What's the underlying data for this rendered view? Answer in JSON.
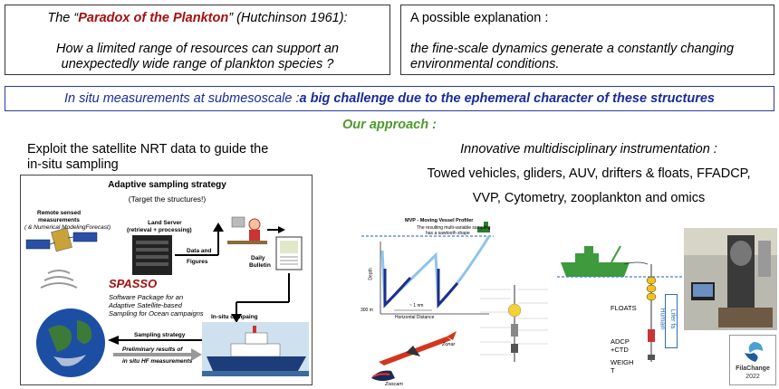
{
  "paradox": {
    "title_pre": "The  “",
    "title_emph": "Paradox of the Plankton",
    "title_post": "” (Hutchinson 1961):",
    "question_line1": "How a limited range of resources can support an",
    "question_line2": "unexpectedly wide range of plankton species ?"
  },
  "explanation": {
    "title": "A possible explanation :",
    "line1": "the fine-scale dynamics generate a constantly changing",
    "line2": "environmental conditions."
  },
  "banner": {
    "normal": "In situ measurements at submesoscale : ",
    "bold": "a big challenge due to the ephemeral character  of these structures"
  },
  "approach": "Our approach :",
  "left": {
    "line1": "Exploit the satellite NRT data to guide the",
    "line2": "in-situ sampling"
  },
  "right": {
    "title": "Innovative multidisciplinary instrumentation :",
    "line1": "Towed vehicles,  gliders, AUV, drifters & floats, FFADCP,",
    "line2": "VVP, Cytometry,  zooplankton and omics"
  },
  "diagram": {
    "title": "Adaptive sampling strategy",
    "subtitle": "(Target the structures!)",
    "remote_sensed": "Remote sensed",
    "measurements": "measurements",
    "numerical": "( & Numerical ModelingForecast)",
    "land_server": "Land Server",
    "retrieval": "(retrieval + processing)",
    "data_and": "Data and",
    "figures": "Figures",
    "daily": "Daily",
    "bulletin": "Bulletin",
    "spasso": "SPASSO",
    "spasso_l1": "Software Package for an",
    "spasso_l2": "Adaptive Satellite-based",
    "spasso_l3": "Sampling for Ocean campaigns",
    "in_situ_camp": "In-situ campaing",
    "sampling_strategy": "Sampling strategy",
    "preliminary": "Preliminary results of",
    "in_situ_hf": "in situ HF measurements"
  },
  "mvp": {
    "title": "MVP - Moving Vessel Profiler",
    "sub1": "The resulting multi-variable sampling",
    "sub2": "has a sawtooth shape",
    "depth": "Depth",
    "depth_300": "300 m",
    "dist": "~ 1 nm",
    "horiz": "Horizontal Distance"
  },
  "float": {
    "floats": "FLOATS",
    "adcp": "ADCP",
    "ctd": "+CTD",
    "weight1": "WEIGH",
    "weight2": "T",
    "drift1": "Humain",
    "drift2": "Lifer fa"
  },
  "vehicles": {
    "zonar": "Zonar",
    "zoocam": "Zoocam"
  },
  "logo": {
    "name": "FilaChange",
    "year": "2022"
  },
  "colors": {
    "paradox_red": "#a50f0f",
    "banner_blue": "#1a2a9c",
    "approach_green": "#4d9a2c"
  }
}
